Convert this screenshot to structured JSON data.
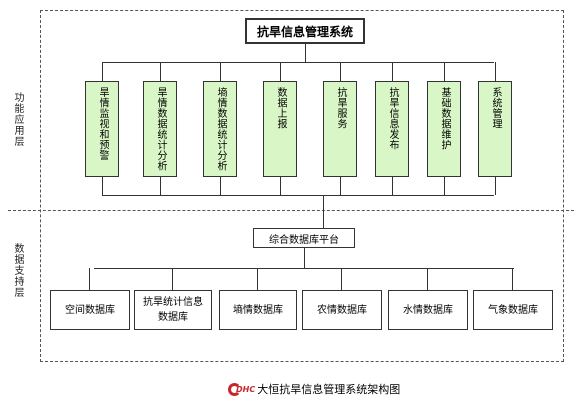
{
  "diagram": {
    "title": "抗旱信息管理系统",
    "layer_labels": {
      "function": "功能应用层",
      "data": "数据支持层"
    },
    "functions": [
      "旱情监视和预警",
      "旱情数据统计分析",
      "墒情数据统计分析",
      "数据上报",
      "抗旱服务",
      "抗旱信息发布",
      "基础数据维护",
      "系统管理"
    ],
    "platform": "综合数据库平台",
    "databases": [
      "空间数据库",
      "抗旱统计信息数据库",
      "墒情数据库",
      "农情数据库",
      "水情数据库",
      "气象数据库"
    ]
  },
  "caption": {
    "logo_text": "DHC",
    "text": "大恒抗旱信息管理系统架构图"
  }
}
